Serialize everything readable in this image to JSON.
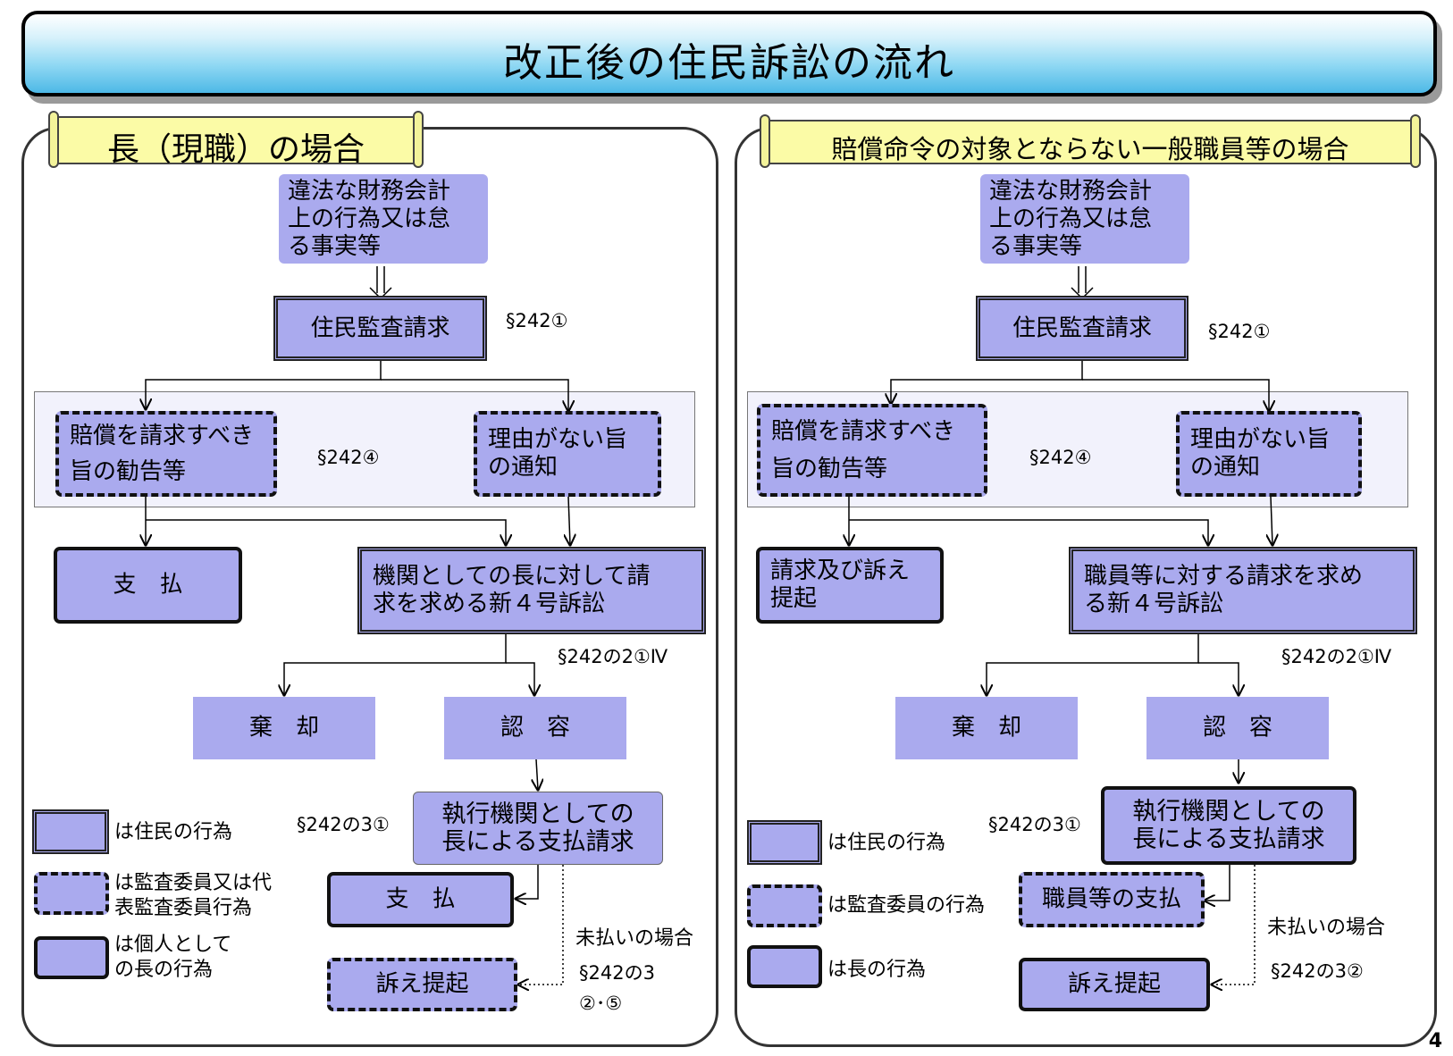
{
  "title": "改正後の住民訴訟の流れ",
  "page_number": "4",
  "colors": {
    "box_fill": "#aaaaee",
    "banner_fill": "#fbfba6",
    "band_fill": "#f2f2fc"
  },
  "left": {
    "heading": "長（現職）の場合",
    "fact": "違法な財務会計\n上の行為又は怠\nる事実等",
    "request": "住民監査請求",
    "sec_request": "§242①",
    "recommend": "賠償を請求すべき\n旨の勧告等",
    "sec_recommend": "§242④",
    "notice": "理由がない旨\nの通知",
    "payment1": "支　払",
    "lawsuit": "機関としての長に対して請\n求を求める新４号訴訟",
    "sec_lawsuit": "§242の2①Ⅳ",
    "dismiss": "棄　却",
    "approve": "認　容",
    "exec": "執行機関としての\n長による支払請求",
    "sec_exec": "§242の3①",
    "payment2": "支　払",
    "sue": "訴え提起",
    "unpaid": "未払いの場合",
    "sec_unpaid": "§242の3\n②･⑤",
    "legend": [
      "は住民の行為",
      "は監査委員又は代\n表監査委員行為",
      "は個人として\nの長の行為"
    ]
  },
  "right": {
    "heading": "賠償命令の対象とならない一般職員等の場合",
    "fact": "違法な財務会計\n上の行為又は怠\nる事実等",
    "request": "住民監査請求",
    "sec_request": "§242①",
    "recommend": "賠償を請求すべき\n旨の勧告等",
    "sec_recommend": "§242④",
    "notice": "理由がない旨\nの通知",
    "claim": "請求及び訴え\n提起",
    "lawsuit": "職員等に対する請求を求め\nる新４号訴訟",
    "sec_lawsuit": "§242の2①Ⅳ",
    "dismiss": "棄　却",
    "approve": "認　容",
    "exec": "執行機関としての\n長による支払請求",
    "sec_exec": "§242の3①",
    "staff_pay": "職員等の支払",
    "sue": "訴え提起",
    "unpaid": "未払いの場合",
    "sec_unpaid": "§242の3②",
    "legend": [
      "は住民の行為",
      "は監査委員の行為",
      "は長の行為"
    ]
  }
}
